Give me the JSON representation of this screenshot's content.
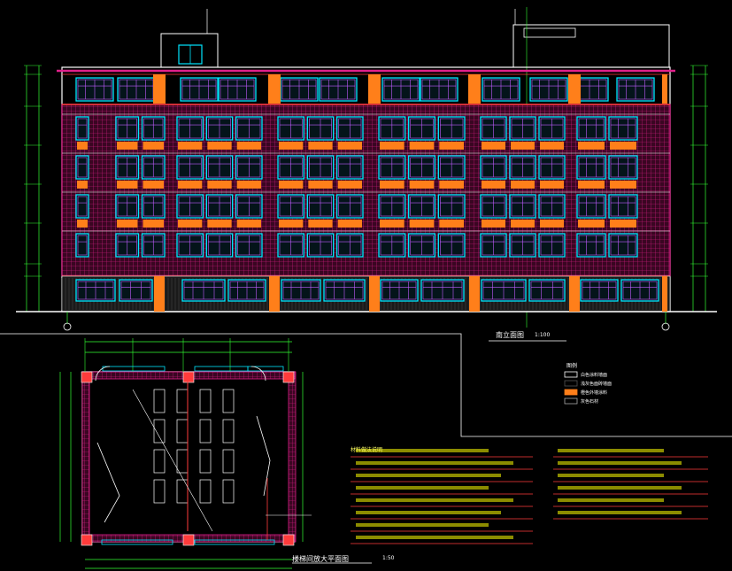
{
  "drawing": {
    "elevation_title": "南立面图",
    "elevation_scale": "1:100",
    "plan_title": "楼梯间放大平面图",
    "plan_scale": "1:50",
    "legend_title": "图例",
    "legend_items": [
      "白色涂料墙面",
      "浅灰色面砖墙面",
      "橙色外墙涂料",
      "灰色石材"
    ],
    "notes_title": "材料做法说明"
  },
  "colors": {
    "background": "#000000",
    "brick": "#e0208a",
    "window": "#00e6ff",
    "mullion": "#c05cff",
    "accent": "#ff7f1a",
    "dimension": "#33ff33",
    "wall": "#ffffff",
    "annotation": "#ff3b3b"
  }
}
